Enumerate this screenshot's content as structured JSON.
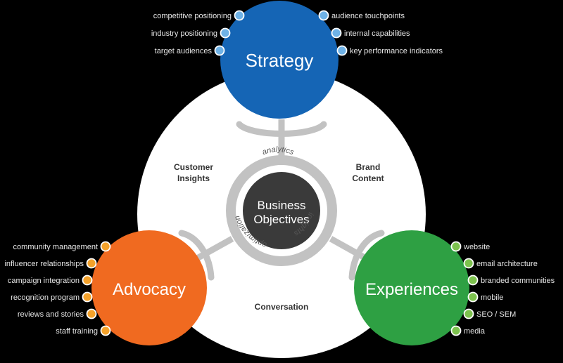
{
  "center": {
    "title_line1": "Business",
    "title_line2": "Objectives",
    "ring_words": [
      "analytics",
      "insights",
      "optimization"
    ]
  },
  "connectors": {
    "customer_insights_line1": "Customer",
    "customer_insights_line2": "Insights",
    "brand_content_line1": "Brand",
    "brand_content_line2": "Content",
    "conversation": "Conversation"
  },
  "hubs": {
    "strategy": {
      "title": "Strategy",
      "color": "#1565b5",
      "dot_color": "#6fb2e6",
      "left_items": [
        "competitive positioning",
        "industry positioning",
        "target audiences"
      ],
      "right_items": [
        "audience touchpoints",
        "internal capabilities",
        "key performance indicators"
      ]
    },
    "advocacy": {
      "title": "Advocacy",
      "color": "#f06a20",
      "dot_color": "#f4a22b",
      "items": [
        "community management",
        "influencer relationships",
        "campaign integration",
        "recognition program",
        "reviews and stories",
        "staff training"
      ]
    },
    "experiences": {
      "title": "Experiences",
      "color": "#2ea043",
      "dot_color": "#7dc24e",
      "items": [
        "website",
        "email architecture",
        "branded communities",
        "mobile",
        "SEO / SEM",
        "media"
      ]
    }
  },
  "colors": {
    "background": "#000000",
    "main_circle": "#ffffff",
    "connector_gray": "#c2c2c2",
    "center_dark": "#3a3a3a",
    "label_text": "#e6e6e6",
    "dark_text": "#333333"
  }
}
